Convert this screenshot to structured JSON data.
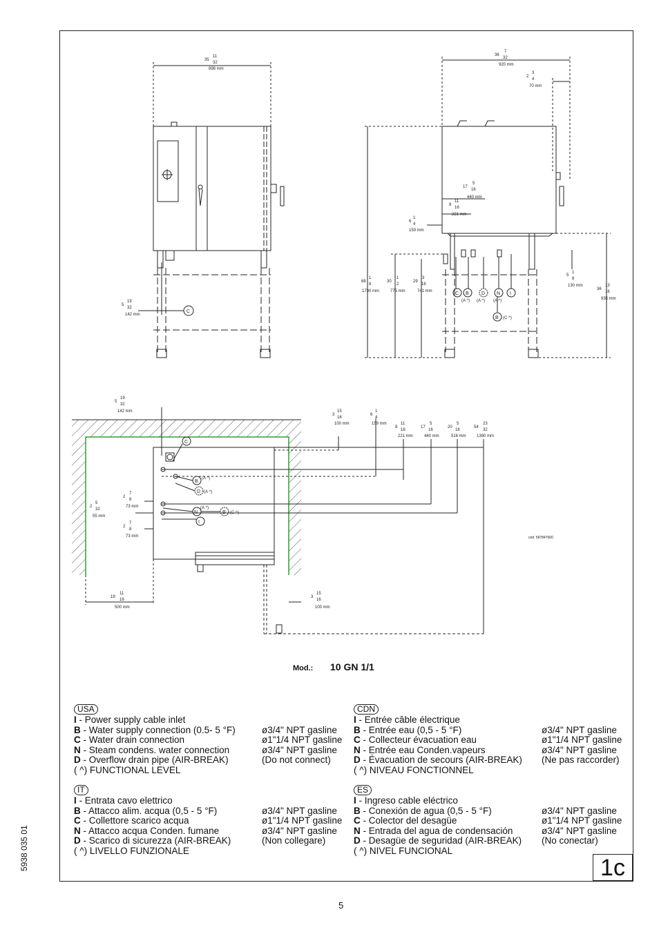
{
  "front_view": {
    "width": {
      "in": "35",
      "frac_n": "11",
      "frac_d": "32",
      "mm": "898 mm"
    },
    "offset_c": {
      "in": "5",
      "frac_n": "19",
      "frac_d": "32",
      "mm": "142 mm"
    },
    "marker_c": "C"
  },
  "side_view": {
    "depth": {
      "in": "36",
      "frac_n": "7",
      "frac_d": "32",
      "mm": "920 mm"
    },
    "rear": {
      "in": "2",
      "frac_n": "3",
      "frac_d": "4",
      "mm": "70 mm"
    },
    "d440": {
      "in": "17",
      "frac_n": "5",
      "frac_d": "16",
      "mm": "440 mm"
    },
    "d221": {
      "in": "8",
      "frac_n": "11",
      "frac_d": "16",
      "mm": "221 mm"
    },
    "d159": {
      "in": "6",
      "frac_n": "1",
      "frac_d": "4",
      "mm": "159 mm"
    },
    "h1730": {
      "in": "68",
      "frac_n": "1",
      "frac_d": "8",
      "mm": "1730 mm"
    },
    "h775": {
      "in": "30",
      "frac_n": "1",
      "frac_d": "2",
      "mm": "775 mm"
    },
    "h741": {
      "in": "29",
      "frac_n": "3",
      "frac_d": "16",
      "mm": "741 mm"
    },
    "h130": {
      "in": "5",
      "frac_n": "1",
      "frac_d": "8",
      "mm": "130 mm"
    },
    "h935": {
      "in": "36",
      "frac_n": "13",
      "frac_d": "16",
      "mm": "935 mm"
    },
    "markers": [
      "C",
      "B",
      "D",
      "N",
      "I"
    ],
    "marker_b": "B",
    "sub_a1": "(A ^)",
    "sub_a2": "(A ^)",
    "sub_a3": "(A ^)",
    "sub_c": "(C ^)"
  },
  "plan_view": {
    "top_c": {
      "in": "5",
      "frac_n": "19",
      "frac_d": "32",
      "mm": "142 mm"
    },
    "d100": {
      "in": "3",
      "frac_n": "15",
      "frac_d": "16",
      "mm": "100 mm"
    },
    "d159": {
      "in": "6",
      "frac_n": "1",
      "frac_d": "4",
      "mm": "159 mm"
    },
    "d221": {
      "in": "8",
      "frac_n": "11",
      "frac_d": "16",
      "mm": "221 mm"
    },
    "d440": {
      "in": "17",
      "frac_n": "5",
      "frac_d": "16",
      "mm": "440 mm"
    },
    "d516": {
      "in": "20",
      "frac_n": "5",
      "frac_d": "16",
      "mm": "516 mm"
    },
    "d1390": {
      "in": "54",
      "frac_n": "23",
      "frac_d": "32",
      "mm": "1390 mm"
    },
    "left55": {
      "in": "2",
      "frac_n": "5",
      "frac_d": "32",
      "mm": "55 mm"
    },
    "left73a": {
      "in": "2",
      "frac_n": "7",
      "frac_d": "8",
      "mm": "73 mm"
    },
    "left73b": {
      "in": "2",
      "frac_n": "7",
      "frac_d": "8",
      "mm": "73 mm"
    },
    "bottom500": {
      "in": "19",
      "frac_n": "11",
      "frac_d": "16",
      "mm": "500 mm"
    },
    "bottom100": {
      "in": "3",
      "frac_n": "15",
      "frac_d": "16",
      "mm": "100 mm"
    },
    "marker_c": "C",
    "marker_b": "B",
    "marker_d": "D",
    "marker_n": "N",
    "marker_i": "I",
    "marker_b2": "B",
    "sub_b": "(A ^)",
    "sub_d": "(A ^)",
    "sub_n": "(A ^)",
    "sub_b2": "(C ^)"
  },
  "cod": "cod. 597847600",
  "model": {
    "label": "Mod.:",
    "value": "10 GN 1/1"
  },
  "legends": [
    {
      "lang": "USA",
      "rows": [
        {
          "key": "I",
          "text": " - Power supply cable inlet",
          "spec": ""
        },
        {
          "key": "B",
          "text": " - Water supply connection (0.5- 5 °F)",
          "spec": "ø3/4\"  NPT gasline"
        },
        {
          "key": "C",
          "text": " - Water drain connection",
          "spec": "ø1\"1/4 NPT gasline"
        },
        {
          "key": "N",
          "text": " - Steam condens. water connection",
          "spec": "ø3/4\"  NPT gasline"
        },
        {
          "key": "D",
          "text": " - Overflow drain pipe (AIR-BREAK)",
          "spec": "(Do not connect)"
        },
        {
          "key": "",
          "text": "( ^)   FUNCTIONAL LEVEL",
          "spec": ""
        }
      ]
    },
    {
      "lang": "CDN",
      "rows": [
        {
          "key": "I",
          "text": " - Entrée câble électrique",
          "spec": ""
        },
        {
          "key": "B",
          "text": " - Entrée eau (0,5 - 5 °F)",
          "spec": "ø3/4\"  NPT gasline"
        },
        {
          "key": "C",
          "text": " - Collecteur évacuation eau",
          "spec": "ø1\"1/4 NPT gasline"
        },
        {
          "key": "N",
          "text": " - Entrée eau Conden.vapeurs",
          "spec": "ø3/4\"  NPT gasline"
        },
        {
          "key": "D",
          "text": " - Évacuation de secours (AIR-BREAK)",
          "spec": "(Ne pas raccorder)"
        },
        {
          "key": "",
          "text": "( ^)   NIVEAU FONCTIONNEL",
          "spec": ""
        }
      ]
    },
    {
      "lang": "IT",
      "rows": [
        {
          "key": "I",
          "text": "  - Entrata cavo elettrico",
          "spec": ""
        },
        {
          "key": "B",
          "text": " - Attacco alim. acqua (0,5 - 5 °F)",
          "spec": "ø3/4\"  NPT gasline"
        },
        {
          "key": "C",
          "text": " - Collettore scarico acqua",
          "spec": "ø1\"1/4 NPT gasline"
        },
        {
          "key": "N",
          "text": " - Attacco acqua Conden.  fumane",
          "spec": "ø3/4\"  NPT gasline"
        },
        {
          "key": "D",
          "text": " - Scarico di sicurezza (AIR-BREAK)",
          "spec": "(Non  collegare)"
        },
        {
          "key": "",
          "text": "( ^)   LIVELLO FUNZIONALE",
          "spec": ""
        }
      ]
    },
    {
      "lang": "ES",
      "rows": [
        {
          "key": "I",
          "text": " - Ingreso cable eléctrico",
          "spec": ""
        },
        {
          "key": "B",
          "text": " - Conexión de agua (0,5 - 5 °F)",
          "spec": "ø3/4\"  NPT gasline"
        },
        {
          "key": "C",
          "text": " - Colector del desagüe",
          "spec": "ø1\"1/4 NPT gasline"
        },
        {
          "key": "N",
          "text": " - Entrada del agua de condensación",
          "spec": "ø3/4\"  NPT gasline"
        },
        {
          "key": "D",
          "text": " - Desagüe de seguridad (AIR-BREAK)",
          "spec": "(No conectar)"
        },
        {
          "key": "",
          "text": "( ^)   NIVEL FUNCIONAL",
          "spec": ""
        }
      ]
    }
  ],
  "doc_code": "5938 035 01",
  "page_box": "1c",
  "page_number": "5"
}
